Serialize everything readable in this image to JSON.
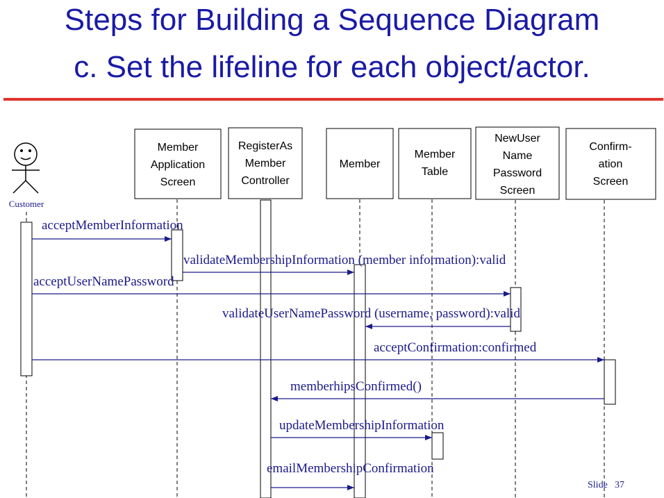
{
  "title": {
    "line1": "Steps for Building a Sequence Diagram",
    "line2": "c. Set the lifeline for each object/actor."
  },
  "actor": {
    "label": "Customer",
    "icon": "stick-figure-icon"
  },
  "objects": [
    {
      "lines": [
        "Member",
        "Application",
        "Screen"
      ]
    },
    {
      "lines": [
        "RegisterAs",
        "Member",
        "Controller"
      ]
    },
    {
      "lines": [
        "Member"
      ]
    },
    {
      "lines": [
        "Member",
        "Table"
      ]
    },
    {
      "lines": [
        "NewUser",
        "Name",
        "Password",
        "Screen"
      ]
    },
    {
      "lines": [
        "Confirm-",
        "ation",
        "Screen"
      ]
    }
  ],
  "messages": [
    {
      "label": "acceptMemberInformation"
    },
    {
      "label": "validateMembershipInformation (member information):valid"
    },
    {
      "label": "acceptUserNamePassword"
    },
    {
      "label": "validateUserNamePassword (username, password):valid"
    },
    {
      "label": "acceptConfirmation:confirmed"
    },
    {
      "label": "memberhipsConfirmed()"
    },
    {
      "label": "updateMembershipInformation"
    },
    {
      "label": "emailMembershipConfirmation"
    }
  ],
  "footer": {
    "slide_label": "Slide",
    "slide_number": "37"
  },
  "colors": {
    "title": "#1a1aa6",
    "rule": "#e0332c",
    "message": "#1a1a8c",
    "arrow": "#1a1a8c"
  }
}
